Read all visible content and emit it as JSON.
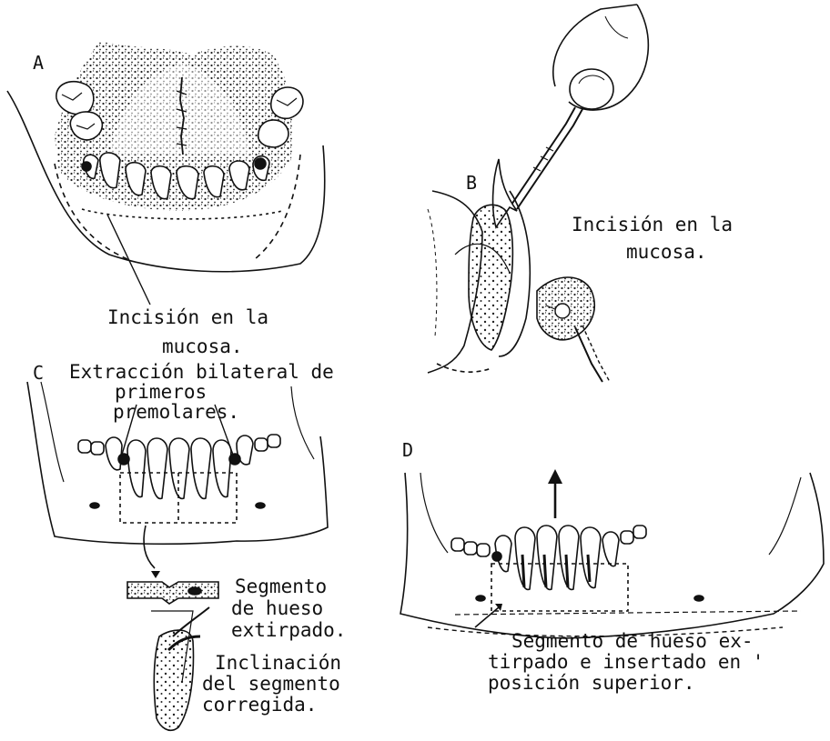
{
  "panels": {
    "a": {
      "letter": "A",
      "caption_line1": "Incisión en la",
      "caption_line2": "mucosa."
    },
    "b": {
      "letter": "B",
      "caption_line1": "Incisión en la",
      "caption_line2": "mucosa."
    },
    "c": {
      "letter": "C",
      "caption_line1": "Extracción bilateral de",
      "caption_line2": "primeros",
      "caption_line3": "premolares.",
      "segment_line1": "Segmento",
      "segment_line2": "de hueso",
      "segment_line3": "extirpado.",
      "incline_line1": "Inclinación",
      "incline_line2": "del segmento",
      "incline_line3": "corregida."
    },
    "d": {
      "letter": "D",
      "caption_line1": "Segmento de hueso ex-",
      "caption_line2": "tirpado e insertado en '",
      "caption_line3": "posición superior."
    }
  },
  "colors": {
    "ink": "#111111",
    "paper": "#ffffff"
  }
}
